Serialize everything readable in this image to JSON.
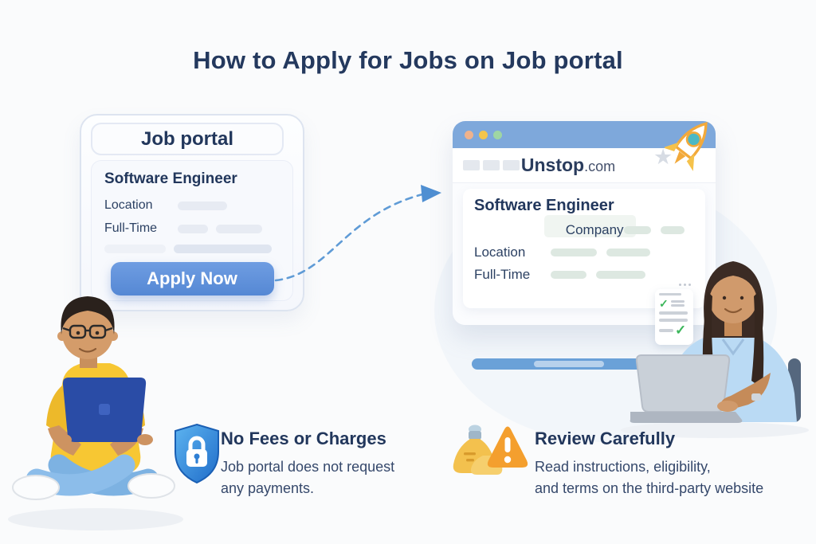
{
  "title": "How to Apply for Jobs on Job portal",
  "source_card": {
    "header": "Job portal",
    "job_title": "Software Engineer",
    "rows": [
      "Location",
      "Full-Time"
    ],
    "apply_button_label": "Apply Now"
  },
  "browser_card": {
    "site_name": "Unstop",
    "site_domain": ".com",
    "job_title": "Software Engineer",
    "rows": [
      "Company",
      "Location",
      "Full-Time"
    ]
  },
  "notes": {
    "no_fees": {
      "icon": "shield-lock-icon",
      "title": "No Fees or Charges",
      "line1": "Job portal does not request",
      "line2": "any payments."
    },
    "review": {
      "icon": "warning-triangle-icon",
      "title": "Review Carefully",
      "line1": "Read instructions, eligibility,",
      "line2": "and terms on the third-party website"
    }
  },
  "icons": {
    "star_glyph": "★",
    "check_glyph": "✓"
  },
  "illustrations": {
    "left_person": "man-sitting-with-laptop",
    "right_person": "woman-at-desk-with-laptop"
  },
  "colors": {
    "navy_text": "#24395e",
    "button_blue": "#5b8fd9",
    "titlebar_blue": "#7ea8db",
    "arrow_blue": "#5f9bd6",
    "success_green": "#8ecfa0",
    "warning_orange": "#f49f2e",
    "shield_blue": "#2f7fd4",
    "shirt_yellow": "#f7c733"
  }
}
